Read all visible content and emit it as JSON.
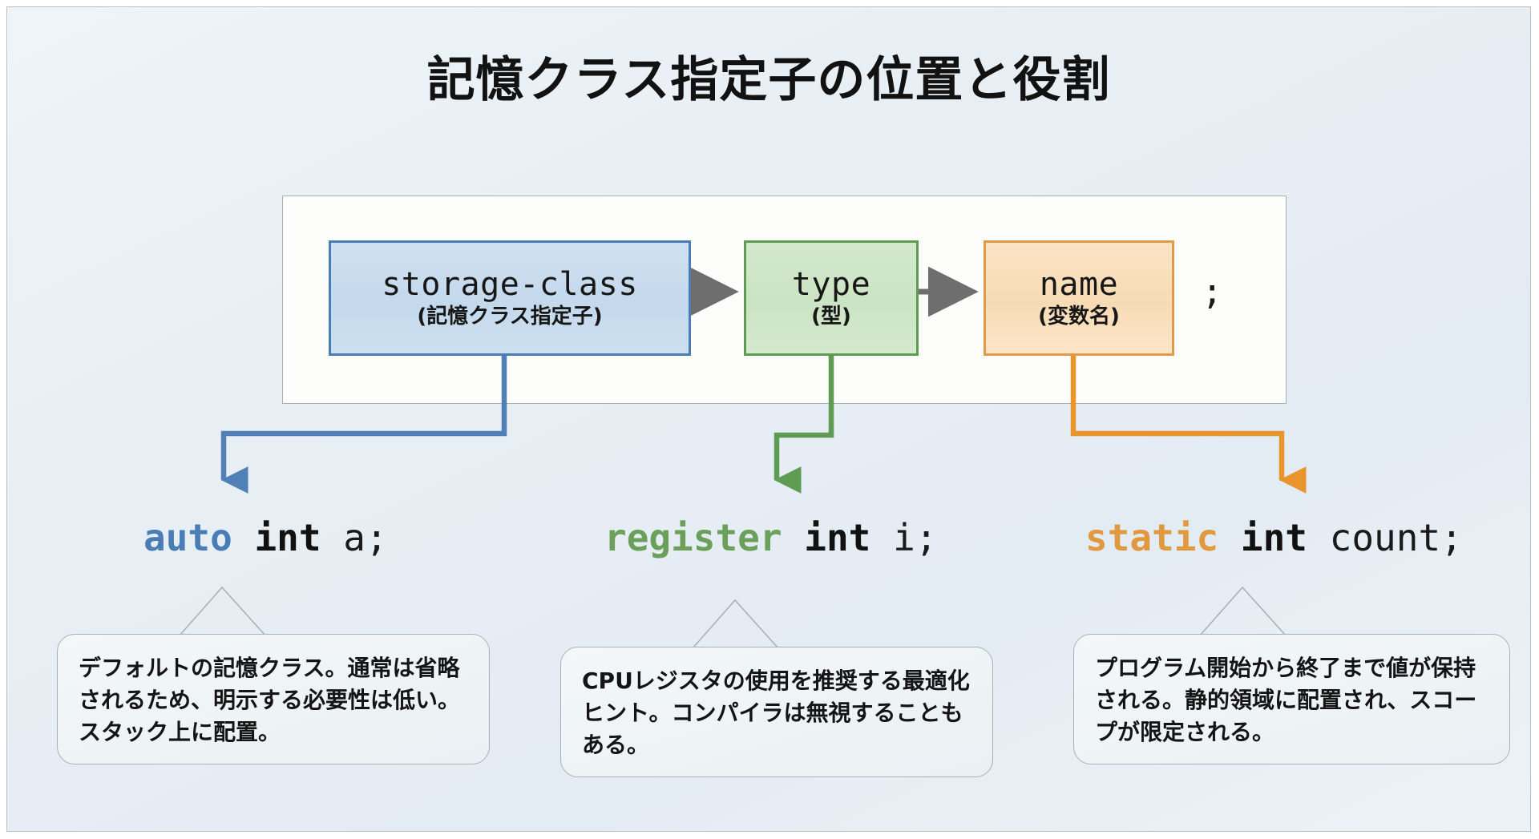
{
  "page": {
    "title": "記憶クラス指定子の位置と役割",
    "background_color": "#e9f0f5",
    "frame_border_color": "#b9bfc4"
  },
  "declaration": {
    "frame_label": "declaration-syntax-frame",
    "terminator": ";",
    "parts": [
      {
        "key": "storage-class",
        "main": "storage-class",
        "sub": "(記憶クラス指定子)",
        "fill": "#c8dcee",
        "stroke": "#4a7db5"
      },
      {
        "key": "type",
        "main": "type",
        "sub": "(型)",
        "fill": "#cfe5c8",
        "stroke": "#5d9c52"
      },
      {
        "key": "name",
        "main": "name",
        "sub": "(変数名)",
        "fill": "#fadfbd",
        "stroke": "#e29a4a"
      }
    ]
  },
  "examples": [
    {
      "key": "auto",
      "keyword": "auto",
      "keyword_color": "#4a7db5",
      "type": "int",
      "identifier": "a;",
      "note": "デフォルトの記憶クラス。通常は省略されるため、明示する必要性は低い。スタック上に配置。"
    },
    {
      "key": "register",
      "keyword": "register",
      "keyword_color": "#6aa05a",
      "type": "int",
      "identifier": "i;",
      "note": "CPUレジスタの使用を推奨する最適化ヒント。コンパイラは無視することもある。"
    },
    {
      "key": "static",
      "keyword": "static",
      "keyword_color": "#e0993f",
      "type": "int",
      "identifier": "count;",
      "note": "プログラム開始から終了まで値が保持される。静的領域に配置され、スコープが限定される。"
    }
  ],
  "connectors": [
    {
      "from": "storage-class",
      "to": "auto",
      "color": "#4a7db5",
      "style": "elbow-left"
    },
    {
      "from": "type",
      "to": "register",
      "color": "#5d9c52",
      "style": "elbow-left"
    },
    {
      "from": "name",
      "to": "static",
      "color": "#e29a4a",
      "style": "elbow-right"
    }
  ],
  "flow_arrows": [
    {
      "from": "storage-class",
      "to": "type",
      "color": "#6e6e6e"
    },
    {
      "from": "type",
      "to": "name",
      "color": "#6e6e6e"
    }
  ]
}
